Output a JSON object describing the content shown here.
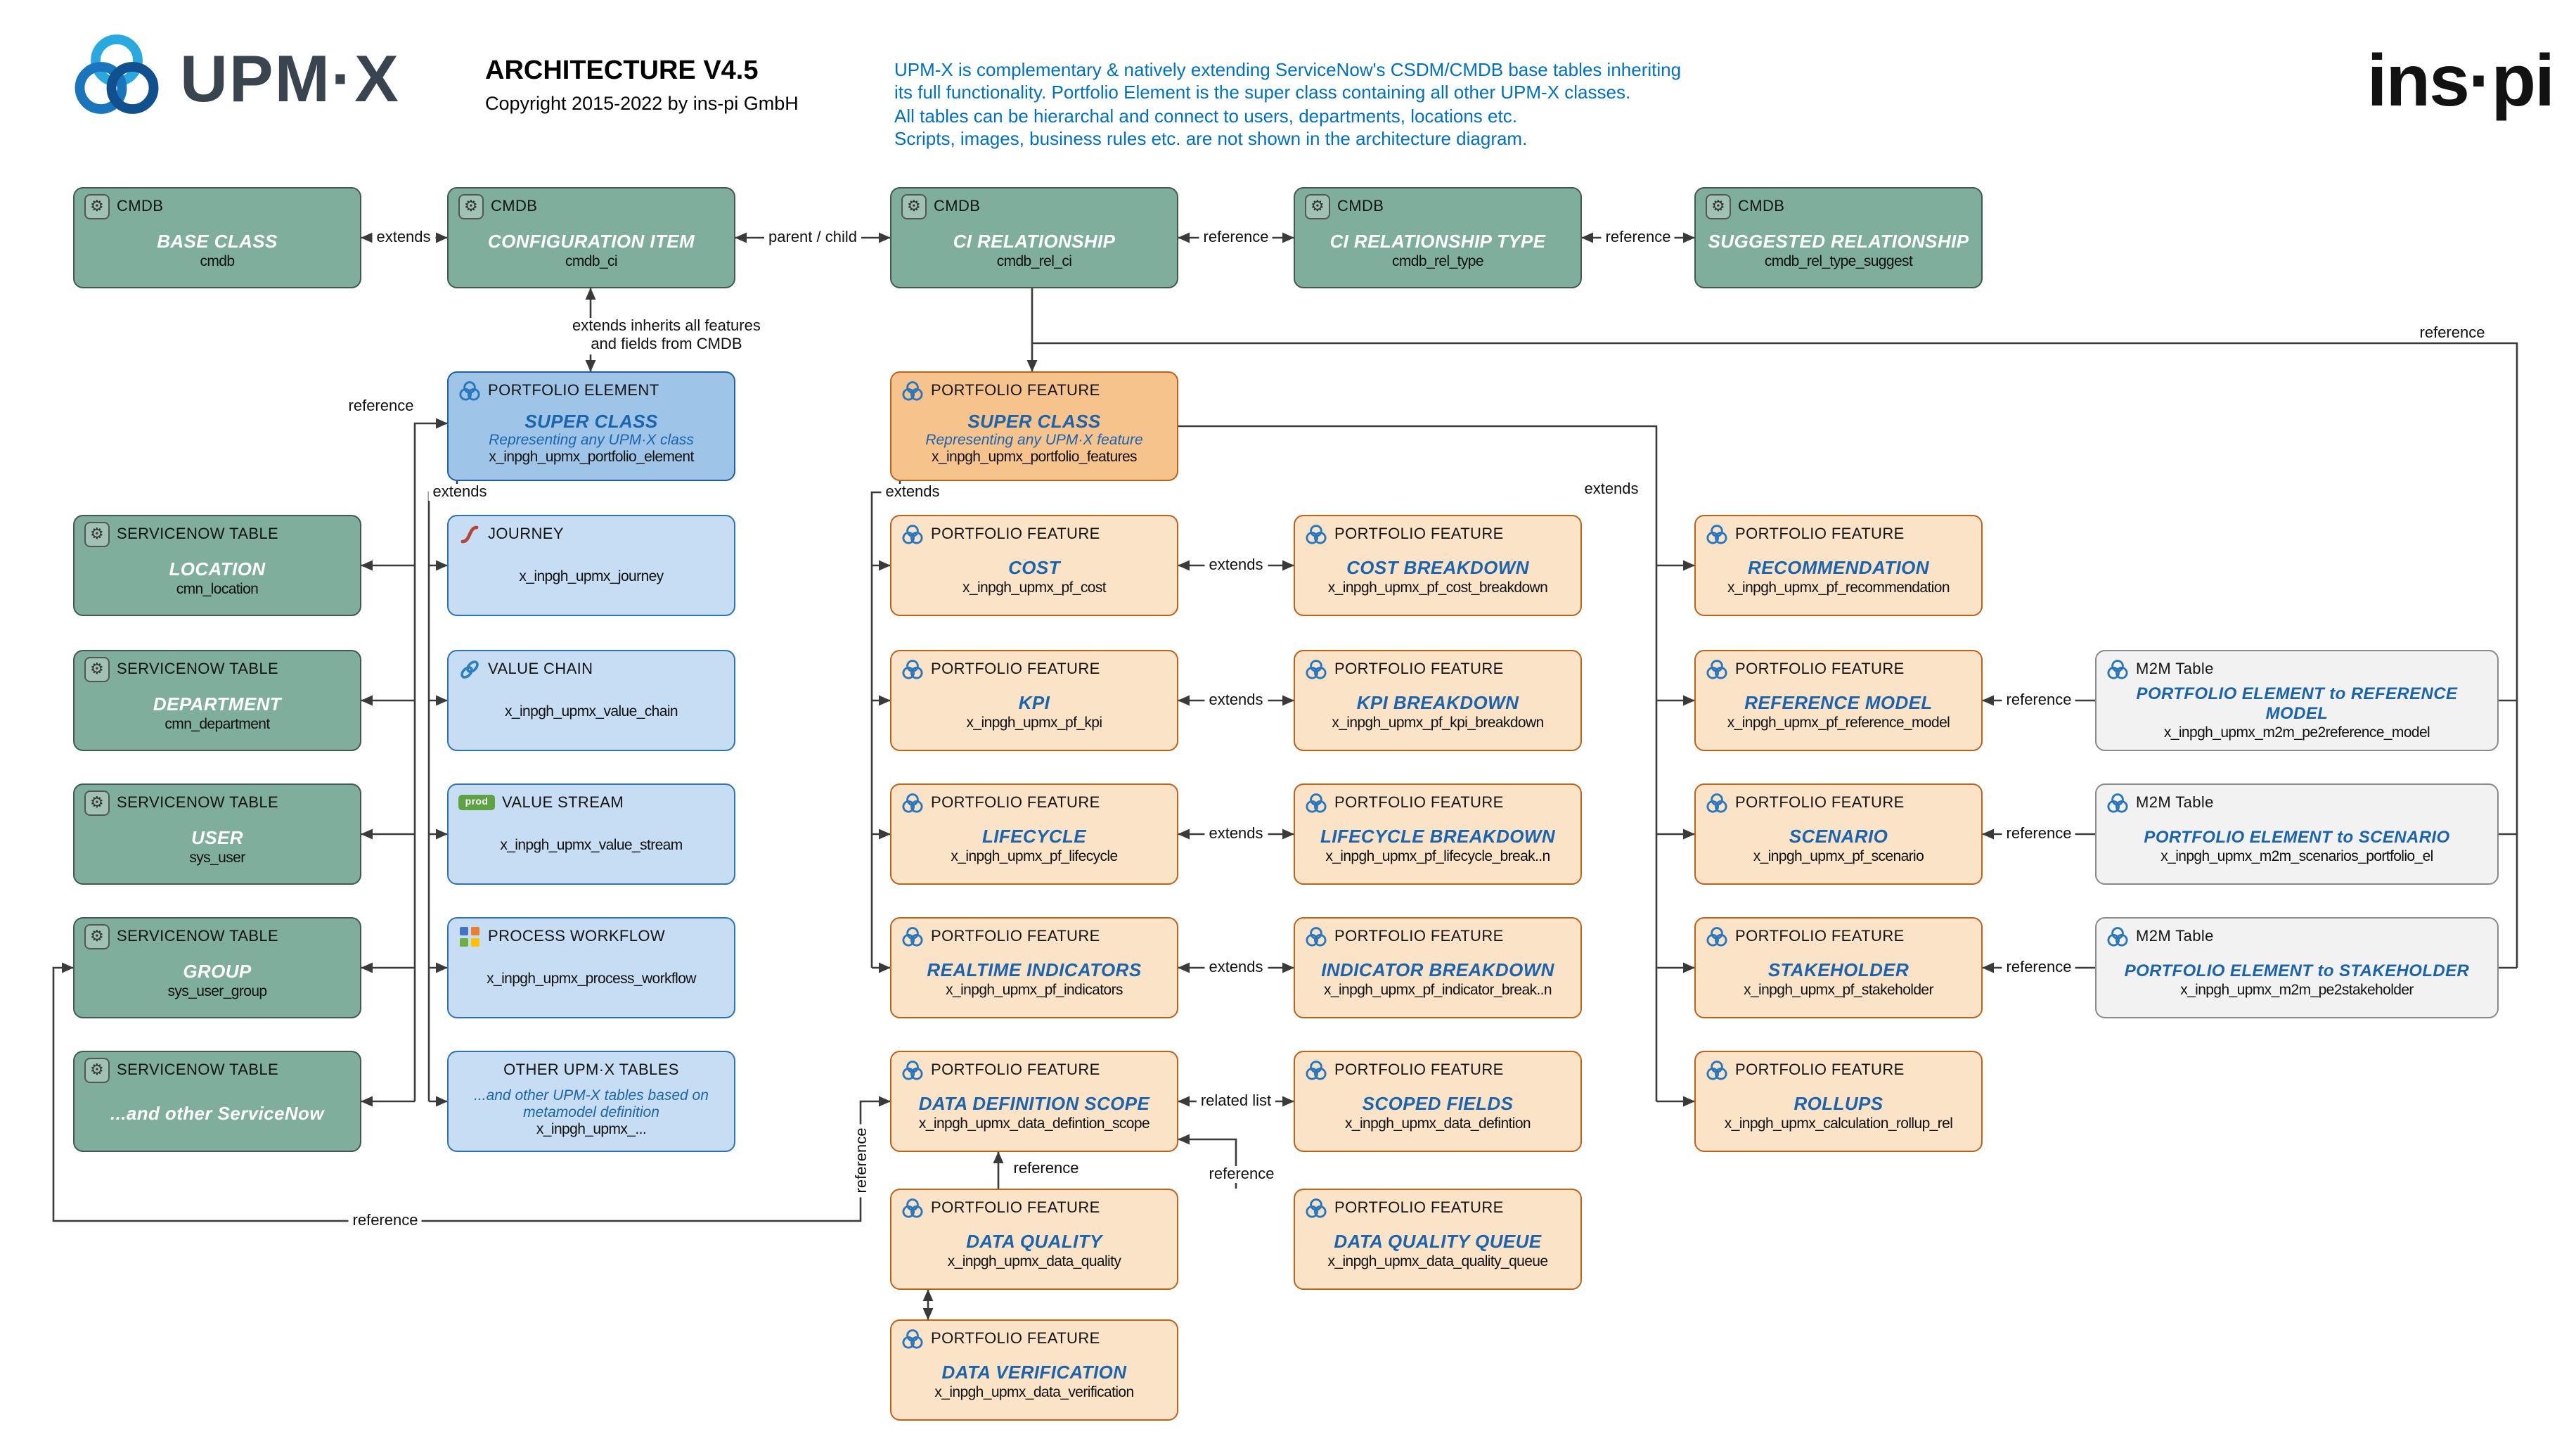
{
  "header": {
    "logo_text": "UPM·X",
    "title": "ARCHITECTURE V4.5",
    "copyright": "Copyright 2015-2022 by ins-pi GmbH",
    "description_lines": [
      "UPM-X is complementary & natively extending ServiceNow's CSDM/CMDB base tables inheriting",
      "its full functionality. Portfolio Element is the super class containing all other UPM-X classes.",
      "All tables can be hierarchal and connect to users, departments, locations etc.",
      "Scripts, images, business rules etc. are not shown in the architecture diagram."
    ],
    "brand_right": "ins·pi"
  },
  "edges": {
    "extends": "extends",
    "reference": "reference",
    "parent_child": "parent / child",
    "related_list": "related list",
    "inherit_l1": "extends  inherits all features",
    "inherit_l2": "and fields from CMDB"
  },
  "icons": {
    "gear": "⚙",
    "knot": "triquetra-knot",
    "journey": "s-curve",
    "value_chain": "chain-links",
    "value_stream_badge": "prod",
    "process_workflow": "colored-squares"
  },
  "cmdb_row": [
    {
      "header": "CMDB",
      "title": "BASE CLASS",
      "name": "cmdb"
    },
    {
      "header": "CMDB",
      "title": "CONFIGURATION ITEM",
      "name": "cmdb_ci"
    },
    {
      "header": "CMDB",
      "title": "CI RELATIONSHIP",
      "name": "cmdb_rel_ci"
    },
    {
      "header": "CMDB",
      "title": "CI RELATIONSHIP TYPE",
      "name": "cmdb_rel_type"
    },
    {
      "header": "CMDB",
      "title": "SUGGESTED RELATIONSHIP",
      "name": "cmdb_rel_type_suggest"
    }
  ],
  "servicenow_tables": [
    {
      "header": "SERVICENOW TABLE",
      "title": "LOCATION",
      "name": "cmn_location"
    },
    {
      "header": "SERVICENOW TABLE",
      "title": "DEPARTMENT",
      "name": "cmn_department"
    },
    {
      "header": "SERVICENOW TABLE",
      "title": "USER",
      "name": "sys_user"
    },
    {
      "header": "SERVICENOW TABLE",
      "title": "GROUP",
      "name": "sys_user_group"
    },
    {
      "header": "SERVICENOW TABLE",
      "title": "...and other ServiceNow",
      "name": ""
    }
  ],
  "portfolio_element": {
    "header": "PORTFOLIO ELEMENT",
    "title": "SUPER CLASS",
    "subtitle": "Representing any UPM·X class",
    "name": "x_inpgh_upmx_portfolio_element"
  },
  "portfolio_feature": {
    "header": "PORTFOLIO FEATURE",
    "title": "SUPER CLASS",
    "subtitle": "Representing any UPM·X feature",
    "name": "x_inpgh_upmx_portfolio_features"
  },
  "upmx_tables": [
    {
      "header": "JOURNEY",
      "name": "x_inpgh_upmx_journey"
    },
    {
      "header": "VALUE CHAIN",
      "name": "x_inpgh_upmx_value_chain"
    },
    {
      "header": "VALUE STREAM",
      "name": "x_inpgh_upmx_value_stream"
    },
    {
      "header": "PROCESS WORKFLOW",
      "name": "x_inpgh_upmx_process_workflow"
    },
    {
      "header": "OTHER UPM·X TABLES",
      "sub1": "...and other UPM-X tables based on",
      "sub2": "metamodel definition",
      "name": "x_inpgh_upmx_..."
    }
  ],
  "features_main": [
    {
      "header": "PORTFOLIO FEATURE",
      "title": "COST",
      "name": "x_inpgh_upmx_pf_cost"
    },
    {
      "header": "PORTFOLIO FEATURE",
      "title": "KPI",
      "name": "x_inpgh_upmx_pf_kpi"
    },
    {
      "header": "PORTFOLIO FEATURE",
      "title": "LIFECYCLE",
      "name": "x_inpgh_upmx_pf_lifecycle"
    },
    {
      "header": "PORTFOLIO FEATURE",
      "title": "REALTIME INDICATORS",
      "name": "x_inpgh_upmx_pf_indicators"
    },
    {
      "header": "PORTFOLIO FEATURE",
      "title": "DATA DEFINITION SCOPE",
      "name": "x_inpgh_upmx_data_defintion_scope"
    },
    {
      "header": "PORTFOLIO FEATURE",
      "title": "DATA QUALITY",
      "name": "x_inpgh_upmx_data_quality"
    },
    {
      "header": "PORTFOLIO FEATURE",
      "title": "DATA VERIFICATION",
      "name": "x_inpgh_upmx_data_verification"
    }
  ],
  "features_breakdown": [
    {
      "header": "PORTFOLIO FEATURE",
      "title": "COST BREAKDOWN",
      "name": "x_inpgh_upmx_pf_cost_breakdown"
    },
    {
      "header": "PORTFOLIO FEATURE",
      "title": "KPI BREAKDOWN",
      "name": "x_inpgh_upmx_pf_kpi_breakdown"
    },
    {
      "header": "PORTFOLIO FEATURE",
      "title": "LIFECYCLE BREAKDOWN",
      "name": "x_inpgh_upmx_pf_lifecycle_break..n"
    },
    {
      "header": "PORTFOLIO FEATURE",
      "title": "INDICATOR BREAKDOWN",
      "name": "x_inpgh_upmx_pf_indicator_break..n"
    },
    {
      "header": "PORTFOLIO FEATURE",
      "title": "SCOPED FIELDS",
      "name": "x_inpgh_upmx_data_defintion"
    },
    {
      "header": "PORTFOLIO FEATURE",
      "title": "DATA QUALITY QUEUE",
      "name": "x_inpgh_upmx_data_quality_queue"
    }
  ],
  "features_right": [
    {
      "header": "PORTFOLIO FEATURE",
      "title": "RECOMMENDATION",
      "name": "x_inpgh_upmx_pf_recommendation"
    },
    {
      "header": "PORTFOLIO FEATURE",
      "title": "REFERENCE MODEL",
      "name": "x_inpgh_upmx_pf_reference_model"
    },
    {
      "header": "PORTFOLIO FEATURE",
      "title": "SCENARIO",
      "name": "x_inpgh_upmx_pf_scenario"
    },
    {
      "header": "PORTFOLIO FEATURE",
      "title": "STAKEHOLDER",
      "name": "x_inpgh_upmx_pf_stakeholder"
    },
    {
      "header": "PORTFOLIO FEATURE",
      "title": "ROLLUPS",
      "name": "x_inpgh_upmx_calculation_rollup_rel"
    }
  ],
  "m2m_tables": [
    {
      "header": "M2M Table",
      "title": "PORTFOLIO ELEMENT to REFERENCE MODEL",
      "name": "x_inpgh_upmx_m2m_pe2reference_model"
    },
    {
      "header": "M2M Table",
      "title": "PORTFOLIO ELEMENT to SCENARIO",
      "name": "x_inpgh_upmx_m2m_scenarios_portfolio_el"
    },
    {
      "header": "M2M Table",
      "title": "PORTFOLIO ELEMENT to STAKEHOLDER",
      "name": "x_inpgh_upmx_m2m_pe2stakeholder"
    }
  ]
}
